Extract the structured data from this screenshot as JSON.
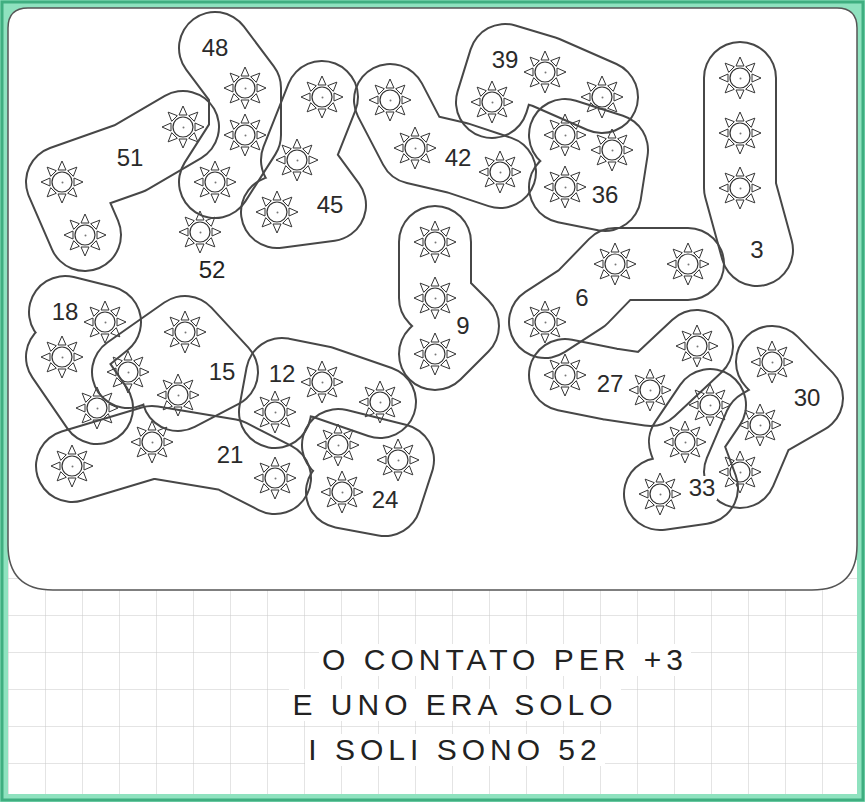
{
  "diagram": {
    "nodes": [
      {
        "text": [
          "3"
        ]
      },
      {
        "text": [
          "6"
        ]
      },
      {
        "text": [
          "9"
        ]
      },
      {
        "text": [
          "12"
        ]
      },
      {
        "text": [
          "15"
        ]
      },
      {
        "text": [
          "18"
        ]
      },
      {
        "text": [
          "21"
        ]
      },
      {
        "text": [
          "24"
        ]
      },
      {
        "text": [
          "27"
        ]
      },
      {
        "text": [
          "30"
        ]
      },
      {
        "text": [
          "33"
        ]
      },
      {
        "text": [
          "36"
        ]
      },
      {
        "text": [
          "39"
        ]
      },
      {
        "text": [
          "42"
        ]
      },
      {
        "text": [
          "45"
        ]
      },
      {
        "text": [
          "48"
        ]
      },
      {
        "text": [
          "51"
        ]
      }
    ],
    "labels": [
      "52",
      "O CONTATO PER +3",
      "E UNO ERA SOLO",
      "I SOLI SONO 52"
    ]
  }
}
